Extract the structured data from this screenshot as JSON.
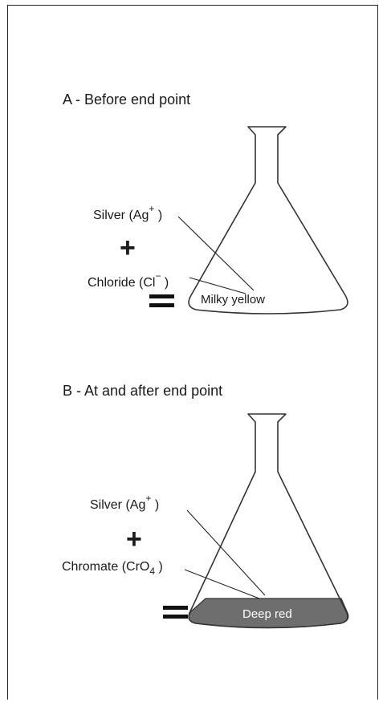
{
  "panel_a": {
    "title": "A - Before end point",
    "label_top": "Silver (Ag",
    "label_top_sup": "+",
    "label_top_close": " )",
    "plus_sign": "+",
    "label_mid": "Chloride (Cl",
    "label_mid_sup": "−",
    "label_mid_close": " )",
    "equals_sign": "=",
    "solution_label": "Milky yellow"
  },
  "panel_b": {
    "title": "B - At and after end point",
    "label_top": "Silver (Ag",
    "label_top_sup": "+",
    "label_top_close": " )",
    "plus_sign": "+",
    "label_mid": "Chromate (CrO",
    "label_mid_sub": "4",
    "label_mid_close": " )",
    "equals_sign": "=",
    "solution_label": "Deep red",
    "solution_color": "#6e6e6e"
  }
}
